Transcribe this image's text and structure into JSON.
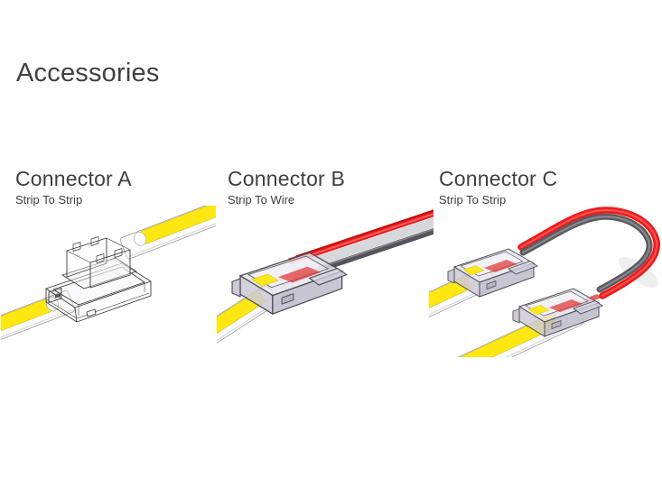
{
  "slide": {
    "title": "Accessories",
    "background_color": "#ffffff",
    "text_color": "#404040",
    "items": [
      {
        "name": "Connector A",
        "type": "Strip To Strip",
        "illustration": "clear-wireframe-connector-between-two-led-strips"
      },
      {
        "name": "Connector B",
        "type": "Strip To Wire",
        "illustration": "clamp-connector-joining-led-strip-to-red-and-black-wires"
      },
      {
        "name": "Connector C",
        "type": "Strip To Strip",
        "illustration": "two-clamp-connectors-linked-by-red-and-black-wire-loop"
      }
    ],
    "illustration_colors": {
      "strip_yellow": "#ffe812",
      "strip_pcb_white": "#fdfdfd",
      "wire_red": "#ec1c1c",
      "wire_black": "#5d5a60",
      "connector_outline": "#4d4d55",
      "wireframe_line": "#3b3b3b"
    }
  }
}
